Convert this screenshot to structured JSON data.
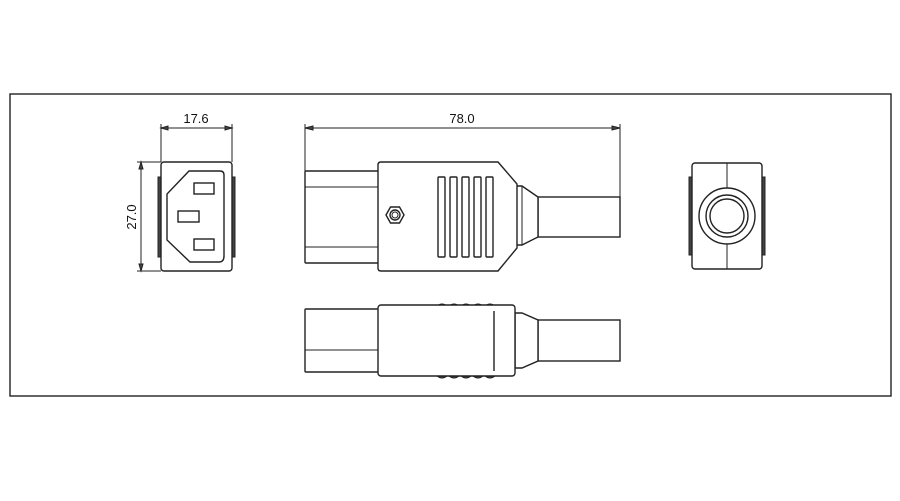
{
  "dimensions": {
    "front_width": "17.6",
    "front_height": "27.0",
    "overall_length": "78.0"
  },
  "views": [
    "front-view",
    "side-view",
    "end-view",
    "top-view"
  ]
}
